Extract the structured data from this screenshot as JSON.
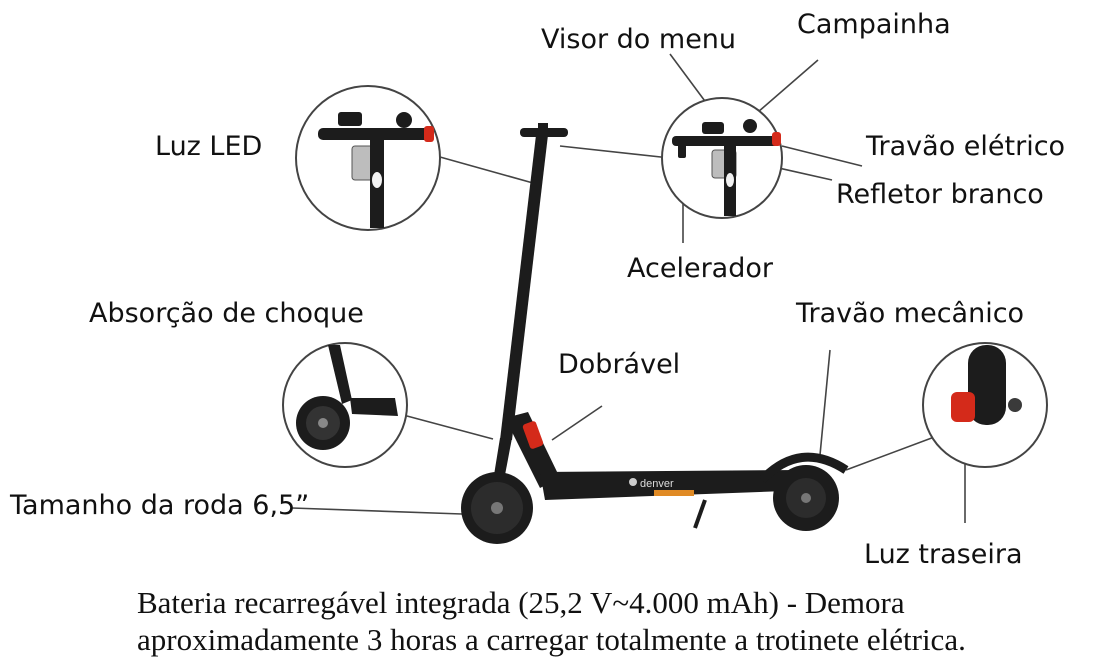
{
  "labels": {
    "led_light": "Luz LED",
    "menu_display": "Visor do menu",
    "bell": "Campainha",
    "electric_brake": "Travão elétrico",
    "white_reflector": "Refletor branco",
    "accelerator": "Acelerador",
    "shock_absorption": "Absorção de choque",
    "mechanical_brake": "Travão mecânico",
    "foldable": "Dobrável",
    "wheel_size": "Tamanho da roda 6,5”",
    "rear_light": "Luz traseira"
  },
  "deck_brand": "denver",
  "caption": {
    "line1": "Bateria recarregável integrada (25,2 V~4.000 mAh) - Demora",
    "line2": "aproximadamente 3 horas a carregar totalmente a trotinete elétrica."
  },
  "colors": {
    "frame": "#1c1c1c",
    "accent_red": "#d42a1a",
    "led_white": "#f2f2f2",
    "line": "#444444",
    "deck_sticker": "#e08a25"
  }
}
